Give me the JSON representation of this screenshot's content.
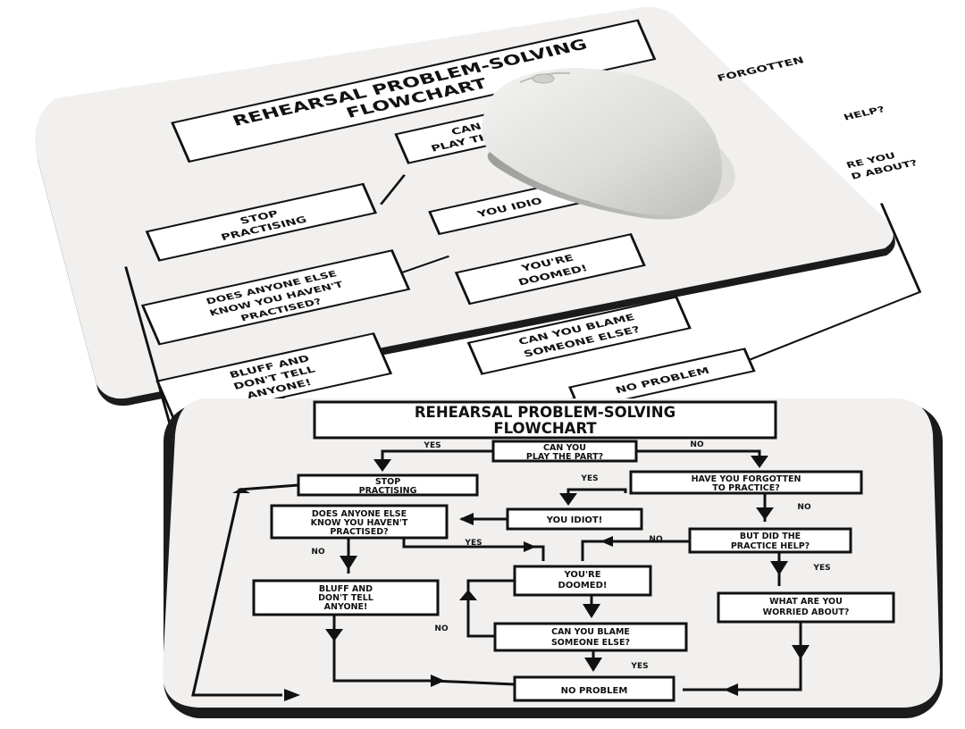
{
  "flowchart": {
    "title_line1": "REHEARSAL PROBLEM-SOLVING",
    "title_line2": "FLOWCHART",
    "nodes": {
      "can_you_play_l1": "CAN YOU",
      "can_you_play_l2": "PLAY THE PART?",
      "stop_practising_l1": "STOP",
      "stop_practising_l2": "PRACTISING",
      "forgotten_l1": "HAVE YOU FORGOTTEN",
      "forgotten_l2": "TO PRACTICE?",
      "idiot": "YOU IDIOT!",
      "anyone_else_l1": "DOES ANYONE ELSE",
      "anyone_else_l2": "KNOW YOU HAVEN'T",
      "anyone_else_l3": "PRACTISED?",
      "practice_help_l1": "BUT DID THE",
      "practice_help_l2": "PRACTICE HELP?",
      "doomed_l1": "YOU'RE",
      "doomed_l2": "DOOMED!",
      "bluff_l1": "BLUFF AND",
      "bluff_l2": "DON'T TELL",
      "bluff_l3": "ANYONE!",
      "worried_l1": "WHAT ARE YOU",
      "worried_l2": "WORRIED ABOUT?",
      "blame_l1": "CAN YOU BLAME",
      "blame_l2": "SOMEONE ELSE?",
      "no_problem": "NO PROBLEM"
    },
    "edge_labels": {
      "yes": "YES",
      "no": "NO"
    },
    "back_pad_visible_text": {
      "title_line1": "REHEARSAL PROBLEM-SOLVING",
      "title_line2": "FLOWCHART",
      "can_you_play_l1": "CAN YOU",
      "can_you_play_l2": "PLAY THE PART?",
      "forgotten_fragment": "FORGOTTEN",
      "stop_l1": "STOP",
      "stop_l2": "PRACTISING",
      "idiot": "YOU IDIO",
      "anyone_l1": "DOES ANYONE ELSE",
      "anyone_l2": "KNOW YOU HAVEN'T",
      "anyone_l3": "PRACTISED?",
      "doomed_l1": "YOU'RE",
      "doomed_l2": "DOOMED!",
      "bluff_l1": "BLUFF AND",
      "bluff_l2": "DON'T TELL",
      "bluff_l3": "ANYONE!",
      "blame_l1": "CAN YOU BLAME",
      "blame_l2": "SOMEONE ELSE?",
      "worried_fragment_l1": "RE YOU",
      "worried_fragment_l2": "D ABOUT?",
      "help_fragment": "HELP?",
      "no_problem": "NO PROBLEM"
    }
  },
  "colors": {
    "pad_surface": "#f1f0ee",
    "pad_edge": "#1b1b1b",
    "ink": "#111111",
    "mouse_body": "#e6e6e4"
  }
}
